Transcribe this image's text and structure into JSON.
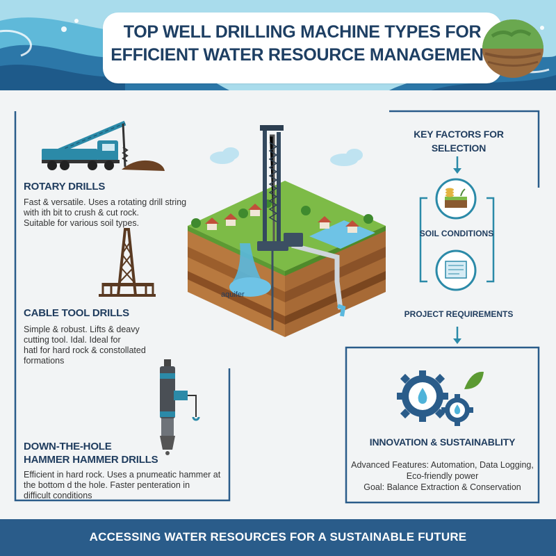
{
  "header": {
    "title_line1": "TOP WELL DRILLING MACHINE TYPES FOR",
    "title_line2": "EFFICIENT WATER RESOURCE MANAGEMENT"
  },
  "drills": [
    {
      "heading": "ROTARY DRILLS",
      "lines": [
        "Fast & versatile. Uses a rotating drill string",
        "with ith bit to crush & cut rock.",
        "Suitable for various soil types."
      ]
    },
    {
      "heading": "CABLE TOOL DRILLS",
      "lines": [
        "Simple & robust. Lifts & deavy",
        "cutting tool. Idal. Ideal for",
        "hatl for hard rock & constollated",
        "formations"
      ]
    },
    {
      "heading_line1": "DOWN-THE-HOLE",
      "heading_line2": "HAMMER HAMMER DRILLS",
      "lines": [
        "Efficient in hard rock. Uses a pnumeatic hammer at",
        "the bottom d the hole. Faster penteration in",
        "difficult conditions"
      ]
    }
  ],
  "center": {
    "aquifer_label": "aquifer"
  },
  "selection": {
    "title_line1": "KEY FACTORS FOR",
    "title_line2": "SELECTION",
    "factor1": "SOIL CONDITIONS",
    "factor2": "PROJECT REQUIREMENTS"
  },
  "innovation": {
    "heading": "INNOVATION & SUSTAINABLITY",
    "line1": "Advanced Features: Automation, Data Logging,",
    "line2": "Eco-friendly power",
    "line3": "Goal: Balance Extraction & Conservation"
  },
  "footer": {
    "text": "ACCESSING WATER RESOURCES FOR A SUSTAINABLE FUTURE"
  },
  "colors": {
    "navy": "#1f3c5e",
    "teal": "#2b8aa8",
    "water": "#4fb3d9",
    "footer": "#2a5c8a"
  }
}
